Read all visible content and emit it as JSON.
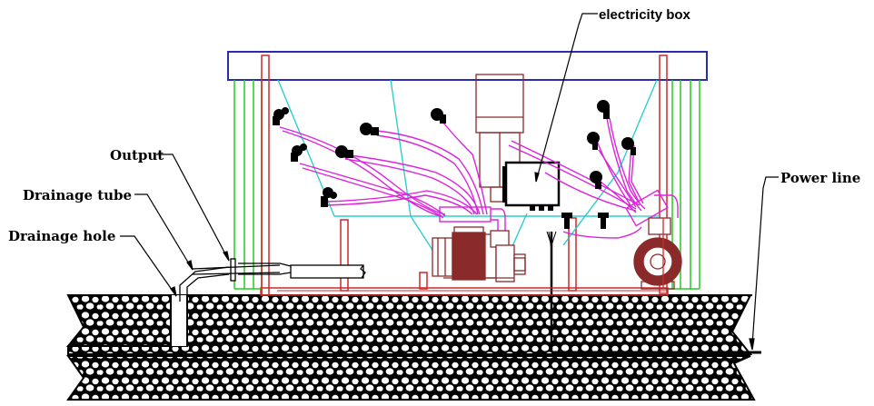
{
  "diagram": {
    "title": "Spa equipment housing installation cross-section",
    "labels": {
      "output": "Output",
      "drainage_tube": "Drainage tube",
      "drainage_hole": "Drainage hole",
      "electricity_box": "electricity box",
      "power_line": "Power line"
    },
    "components": [
      {
        "name": "roof",
        "color": "#2b2bb0"
      },
      {
        "name": "frame-posts",
        "color": "#cc2a2a"
      },
      {
        "name": "side-panels",
        "color": "#22cc22"
      },
      {
        "name": "support-lines",
        "color": "#22cccc"
      },
      {
        "name": "jet-hoses",
        "color": "#dd22dd"
      },
      {
        "name": "pumps",
        "color": "#8b2a2a"
      },
      {
        "name": "ground",
        "color": "#000000"
      }
    ],
    "jet_count": 12
  }
}
